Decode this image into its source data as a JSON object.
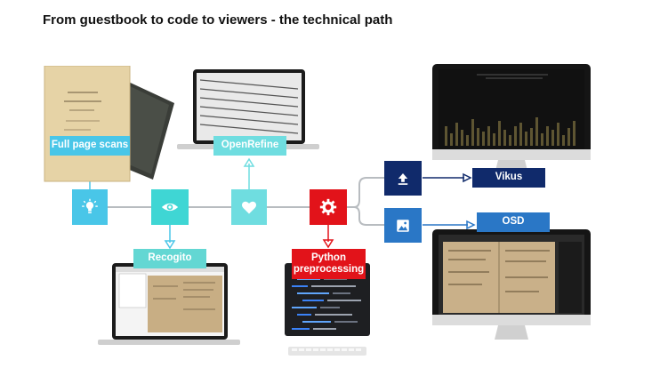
{
  "title": "From guestbook to code to viewers - the technical path",
  "nodes": {
    "full_page_scans": "Full page scans",
    "openrefine": "OpenRefine",
    "recogito": "Recogito",
    "python": "Python preprocessing",
    "vikus": "Vikus",
    "osd": "OSD"
  },
  "icons": {
    "bulb": "lightbulb-icon",
    "eye": "eye-icon",
    "heart": "heart-icon",
    "gear": "gear-icon",
    "upload": "upload-icon",
    "image": "image-icon"
  },
  "colors": {
    "cyan": "#49c6e8",
    "teal": "#6fdde0",
    "red": "#e2131a",
    "navy": "#102a6b",
    "blue": "#2a77c6"
  }
}
